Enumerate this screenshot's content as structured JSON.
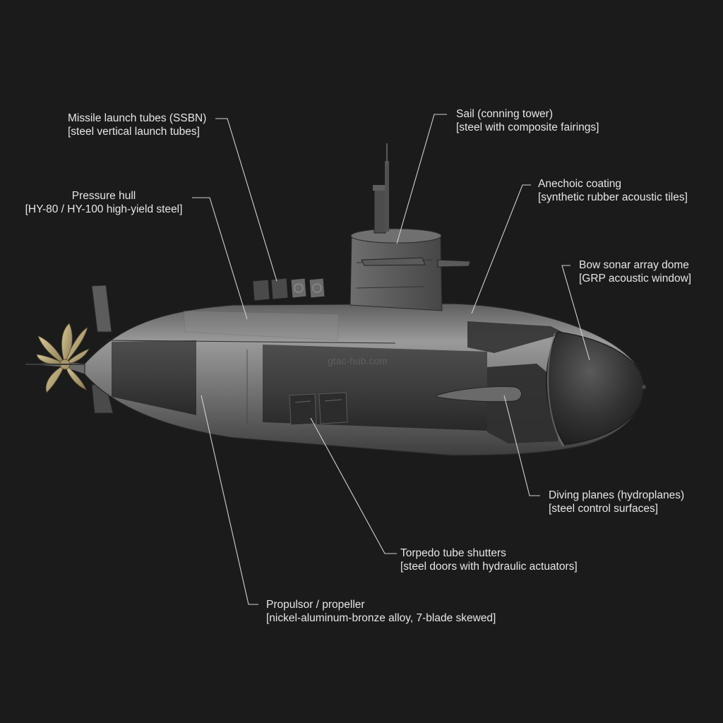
{
  "callouts": {
    "missile_tubes": {
      "name": "Missile launch tubes (SSBN)",
      "material": "[steel vertical launch tubes]"
    },
    "sail": {
      "name": "Sail (conning tower)",
      "material": "[steel with composite fairings]"
    },
    "pressure_hull": {
      "name": "Pressure hull",
      "material": "[HY-80 / HY-100 high-yield steel]"
    },
    "anechoic_coating": {
      "name": "Anechoic coating",
      "material": "[synthetic rubber acoustic tiles]"
    },
    "bow_sonar": {
      "name": "Bow sonar array dome",
      "material": "[GRP acoustic window]"
    },
    "diving_planes": {
      "name": "Diving planes (hydroplanes)",
      "material": "[steel control surfaces]"
    },
    "torpedo_shutters": {
      "name": "Torpedo tube shutters",
      "material": "[steel doors with hydraulic actuators]"
    },
    "propulsor": {
      "name": "Propulsor / propeller",
      "material": "[nickel-aluminum-bronze alloy, 7-blade skewed]"
    }
  },
  "watermark": "gtac-hub.com",
  "colors": {
    "background": "#1b1b1b",
    "hull_steel": "#8a8a8a",
    "coating": "#3a3a3a",
    "propeller": "#b8a67a",
    "leader_line": "#d0d0d0",
    "text": "#e6e6e6"
  }
}
